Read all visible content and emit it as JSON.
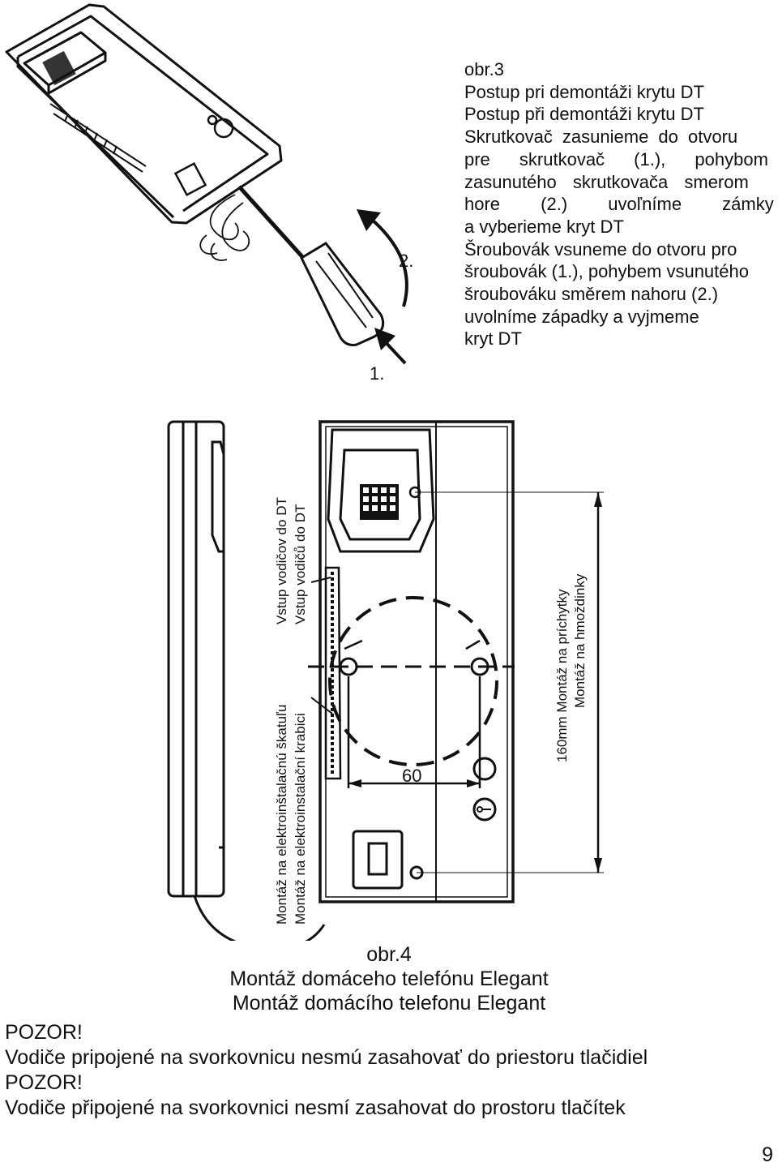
{
  "fig3": {
    "label": "obr.3",
    "lines": [
      "Postup pri demontáži krytu DT",
      "Postup při demontáži krytu DT",
      "Skrutkovač zasunieme do otvoru",
      "pre skrutkovač (1.), pohybom",
      "zasunutého skrutkovača smerom",
      "hore (2.) uvoľníme zámky",
      "a vyberieme kryt DT",
      "Šroubovák vsuneme do otvoru pro",
      "šroubovák (1.), pohybem vsunutého",
      "šroubováku směrem nahoru (2.)",
      "uvolníme západky a vyjmeme",
      "kryt DT"
    ],
    "step1": "1.",
    "step2": "2."
  },
  "fig4": {
    "label_wire_sk": "Vstup vodičov do DT",
    "label_wire_cz": "Vstup vodičů do DT",
    "label_box_sk": "Montáž na elektroinštalačnú škatuľu",
    "label_box_cz": "Montáž na elektroinstalační krabici",
    "label_dim_sk": "160mm Montáž na príchytky",
    "label_dim_cz": "Montáž na hmoždinky",
    "dim_60": "60",
    "caption_label": "obr.4",
    "caption_sk": "Montáž domáceho telefónu Elegant",
    "caption_cz": "Montáž domácího telefonu Elegant"
  },
  "warnings": [
    "POZOR!",
    "Vodiče pripojené na svorkovnicu nesmú zasahovať do priestoru tlačidiel",
    "POZOR!",
    "Vodiče připojené na svorkovnici nesmí zasahovat do prostoru tlačítek"
  ],
  "page_number": "9"
}
